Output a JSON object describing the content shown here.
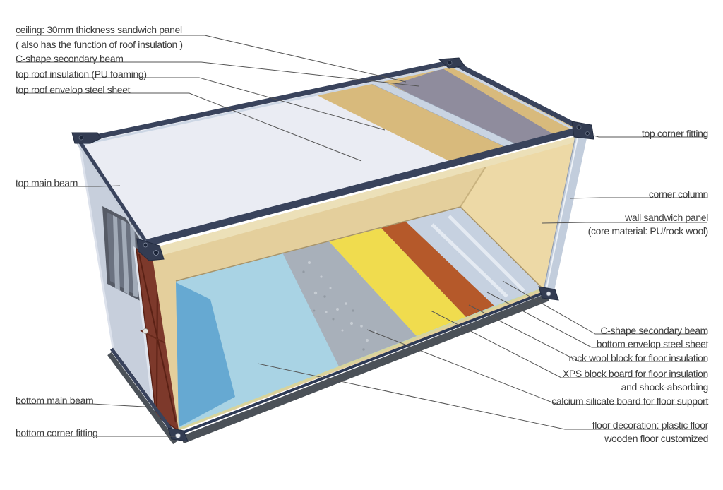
{
  "diagram_type": "container-house-structure-cutaway",
  "callouts": {
    "left": {
      "ceiling": {
        "line1": "ceiling: 30mm thickness sandwich panel",
        "line2": "( also has the function of roof insulation )"
      },
      "c_shape_secondary_beam": "C-shape secondary beam",
      "top_roof_insulation": "top roof insulation (PU foaming)",
      "top_roof_envelop": "top roof envelop steel sheet",
      "top_main_beam": "top main beam",
      "bottom_main_beam": "bottom main beam",
      "bottom_corner_fitting": "bottom corner fitting"
    },
    "right": {
      "top_corner_fitting": "top corner fitting",
      "corner_column": "corner column",
      "wall_panel": {
        "line1": "wall sandwich panel",
        "line2": "(core material: PU/rock wool)"
      },
      "c_shape_secondary_beam": "C-shape secondary beam",
      "bottom_envelop": "bottom envelop steel sheet",
      "rock_wool": "rock wool block for floor insulation",
      "xps": {
        "line1": "XPS block board for floor insulation",
        "line2": "and shock-absorbing"
      },
      "calcium": "calcium silicate board for floor support",
      "floor_decoration": {
        "line1": "floor decoration: plastic floor",
        "line2": "wooden floor customized"
      }
    }
  },
  "colors": {
    "background": "#ffffff",
    "label_text": "#3c3c3c",
    "leader": "#555555",
    "frame": "#39435c",
    "frame_light_rail": "#ccd6e4",
    "roof_sheet": "#eaecf3",
    "roof_insulation": "#d8ba7c",
    "ceiling_panel": "#8f8c9d",
    "c_channel": "#c9d4e2",
    "wall_exterior": "#c7cfdc",
    "wall_interior": "#e4cf9c",
    "wall_interior_light": "#edd9a6",
    "ceiling_edge": "#ece0b8",
    "floor_plastic": "#a9d3e4",
    "floor_plastic_dark": "#66a9d2",
    "calcium_board": "#a8b0ba",
    "xps_board": "#f0dc4e",
    "rock_wool": "#b5592a",
    "steel_sheet": "#c6d1e0",
    "column": "#c2cddc",
    "door": "#7d392b",
    "beam_gray": "#4b5158",
    "beam_navy": "#2e3a55",
    "fitting": "#333c52",
    "window_frame": "#565b66",
    "window_inner": "#6b7280",
    "window_slat": "#a2abb8"
  }
}
